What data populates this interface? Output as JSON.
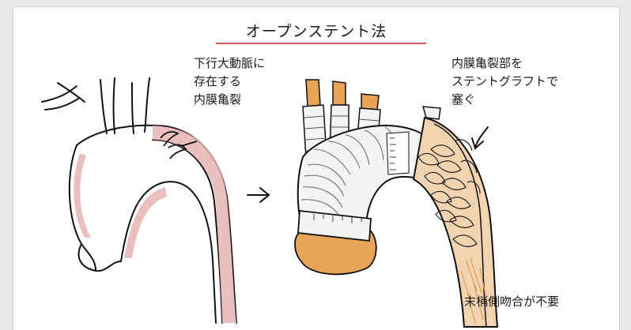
{
  "title": "オープンステント法",
  "left_note": [
    "下行大動脈に",
    "存在する",
    "内膜亀裂"
  ],
  "right_note": [
    "内膜亀裂部を",
    "ステントグラフトで",
    "塞ぐ"
  ],
  "bottom_note": "末梢側吻合が不要",
  "colors": {
    "accent": "#d85555",
    "aorta_fill": "#e9b4b4",
    "stent_graft": "#f4f4f4",
    "tissue": "#e7a456"
  }
}
